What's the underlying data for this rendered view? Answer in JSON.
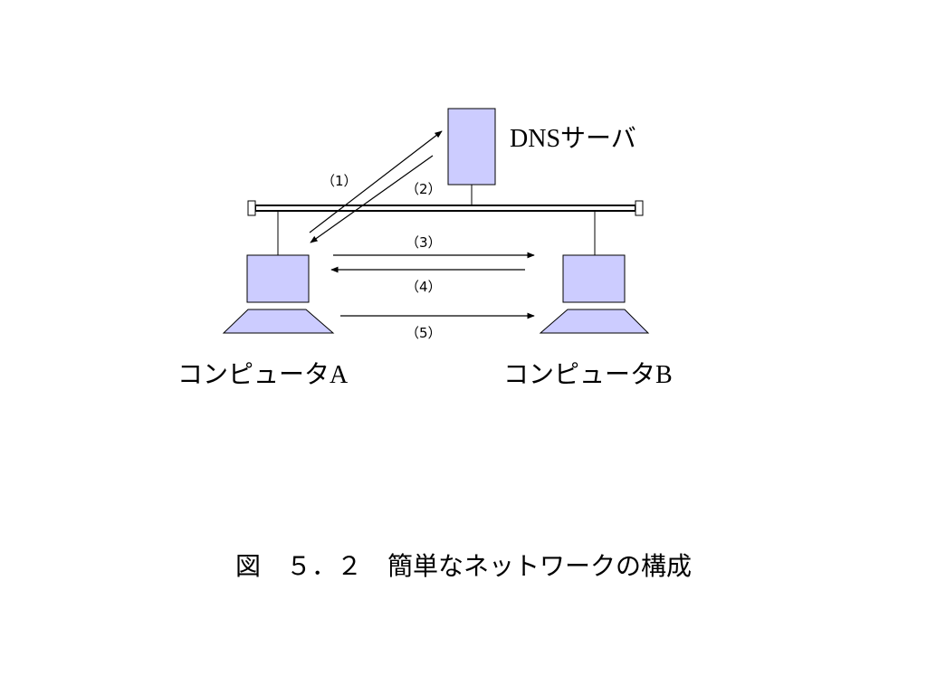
{
  "server": {
    "label": "DNSサーバ"
  },
  "computer_a": {
    "label": "コンピュータA"
  },
  "computer_b": {
    "label": "コンピュータB"
  },
  "steps": [
    "（1）",
    "（2）",
    "（3）",
    "（4）",
    "（5）"
  ],
  "caption": "図　５．２　簡単なネットワークの構成",
  "colors": {
    "box_fill": "#ccccff",
    "stroke": "#000000"
  },
  "icons": {
    "server": "server-box-icon",
    "monitor": "monitor-icon",
    "keyboard": "keyboard-base-icon"
  }
}
